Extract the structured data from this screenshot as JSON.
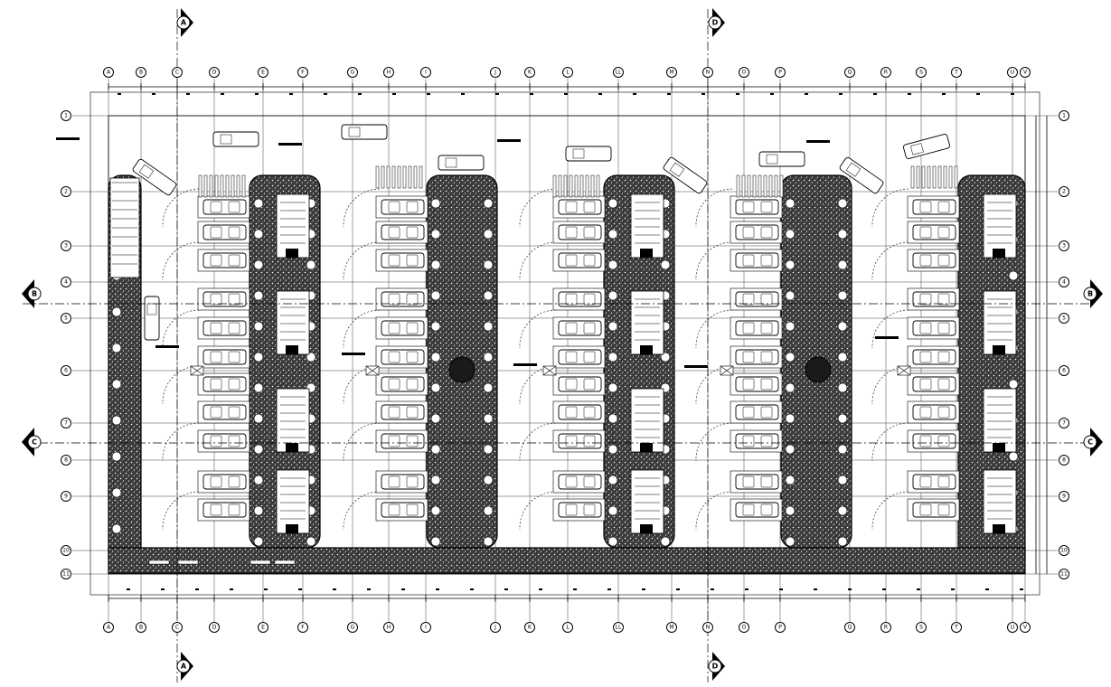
{
  "col_labels": [
    "A",
    "B",
    "C",
    "D",
    "E",
    "F",
    "G",
    "H",
    "I",
    "J",
    "K",
    "L",
    "LL",
    "M",
    "N",
    "O",
    "P",
    "Q",
    "R",
    "S",
    "T",
    "U",
    "V"
  ],
  "row_labels": [
    "1",
    "2",
    "3",
    "4",
    "5",
    "6",
    "7",
    "8",
    "9",
    "10",
    "11"
  ],
  "section_markers": {
    "vertical": [
      "A",
      "D"
    ],
    "horizontal": [
      "B",
      "C"
    ]
  }
}
